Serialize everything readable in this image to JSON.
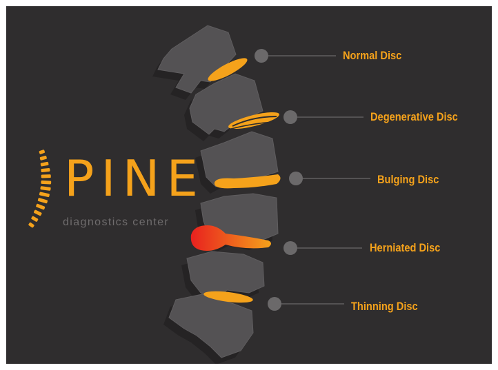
{
  "brand": {
    "name": "PINE",
    "tagline": "diagnostics center"
  },
  "callouts": [
    {
      "label": "Normal Disc"
    },
    {
      "label": "Degenerative Disc"
    },
    {
      "label": "Bulging Disc"
    },
    {
      "label": "Herniated Disc"
    },
    {
      "label": "Thinning Disc"
    }
  ],
  "colors": {
    "background": "#2f2d2e",
    "vertebra": "#545254",
    "vertebra_shadow": "#252324",
    "disc": "#f5a21b",
    "herniation": "#e8211f",
    "leader": "#6b696a",
    "label": "#f5a21b"
  }
}
